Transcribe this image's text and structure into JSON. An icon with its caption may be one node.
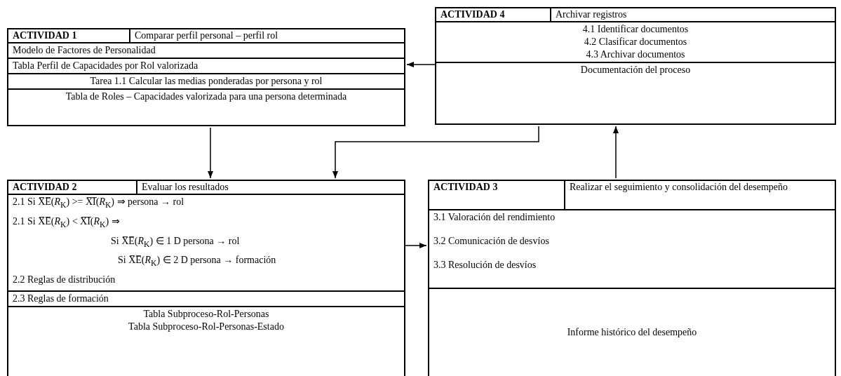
{
  "diagram": {
    "nodes": [
      {
        "text": [
          "ACTIVIDAD 1",
          "Comparar perfil personal – perfil rol",
          "Modelo de Factores de Personalidad",
          "Tabla Perfil de Capacidades por Rol valorizada",
          "Tarea 1.1 Calcular las medias ponderadas por persona y rol",
          "Tabla de Roles – Capacidades valorizada para una persona determinada"
        ]
      },
      {
        "text": [
          "ACTIVIDAD 4",
          "Archivar registros",
          "4.1 Identificar documentos",
          "4.2 Clasificar documentos",
          "4.3 Archivar documentos",
          "Documentación del proceso"
        ]
      },
      {
        "text": [
          "ACTIVIDAD 2",
          "Evaluar los resultados",
          "2.1 Si X̅E̅(*R*$_{K}$) >= X̅I̅(*R*$_{K}$) ⇒ persona → rol",
          "2.1 Si X̅E̅(*R*$_{K}$) < X̅I̅(*R*$_{K}$) ⇒",
          "Si X̅E̅(*R*$_{K}$) ∈ 1 D persona → rol",
          "Si X̅E̅(*R*$_{K}$) ∈ 2 D persona → formación",
          "2.2 Reglas de distribución",
          "2.3 Reglas de formación",
          "Tabla Subproceso-Rol-Personas",
          "Tabla Subproceso-Rol-Personas-Estado"
        ]
      },
      {
        "text": [
          "ACTIVIDAD 3",
          "Realizar el seguimiento y consolidación del desempeño",
          "3.1 Valoración del rendimiento",
          "3.2 Comunicación de desvíos",
          "3.3 Resolución de desvíos",
          "Informe histórico del desempeño"
        ]
      }
    ],
    "edges": [
      {
        "from": 1,
        "to": 0,
        "arrow": "to"
      },
      {
        "from": 0,
        "to": 2,
        "arrow": "to"
      },
      {
        "from": 1,
        "to": 2,
        "arrow": "to"
      },
      {
        "from": 2,
        "to": 3,
        "arrow": "to"
      },
      {
        "from": 3,
        "to": 1,
        "arrow": "to"
      }
    ]
  }
}
